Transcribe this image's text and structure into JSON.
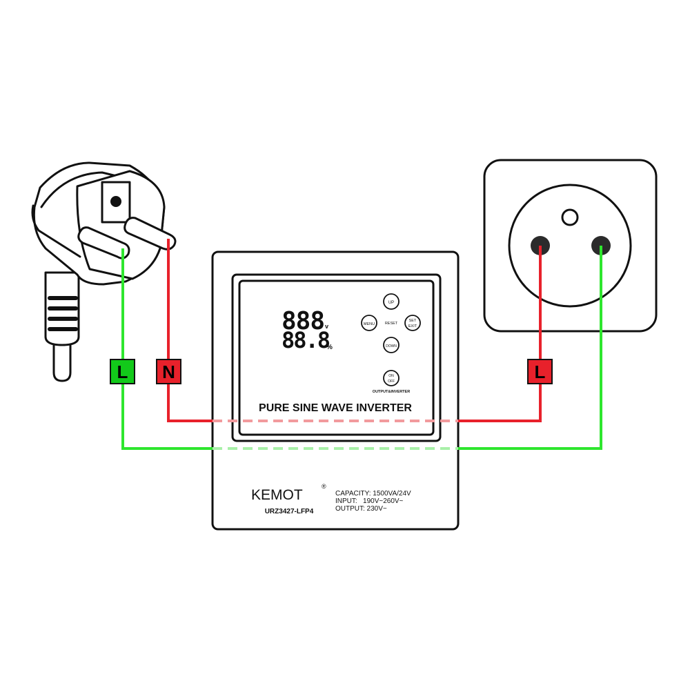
{
  "wires": {
    "plug_left_label": "L",
    "plug_neutral_label": "N",
    "socket_label": "L",
    "colors": {
      "green": "#2ee62e",
      "red": "#e8212b",
      "green_dashed": "#a8f0a8",
      "red_dashed": "#f29a9d"
    }
  },
  "inverter": {
    "display_top": "888",
    "display_top_unit": "v",
    "display_bottom": "88.8",
    "display_bottom_unit": "%",
    "buttons": {
      "up": "UP",
      "menu": "MENU",
      "reset": "RESET",
      "set": "SET",
      "exit": "EXIT",
      "down": "DOWN",
      "on": "ON",
      "off": "OFF"
    },
    "output_label": "OUTPUT&INVERTER",
    "panel_title": "PURE SINE WAVE INVERTER",
    "brand": "KEMOT",
    "registered": "®",
    "model": "URZ3427-LFP4",
    "capacity": "CAPACITY: 1500VA/24V",
    "input": "INPUT:   190V~260V~",
    "output": "OUTPUT: 230V~"
  }
}
